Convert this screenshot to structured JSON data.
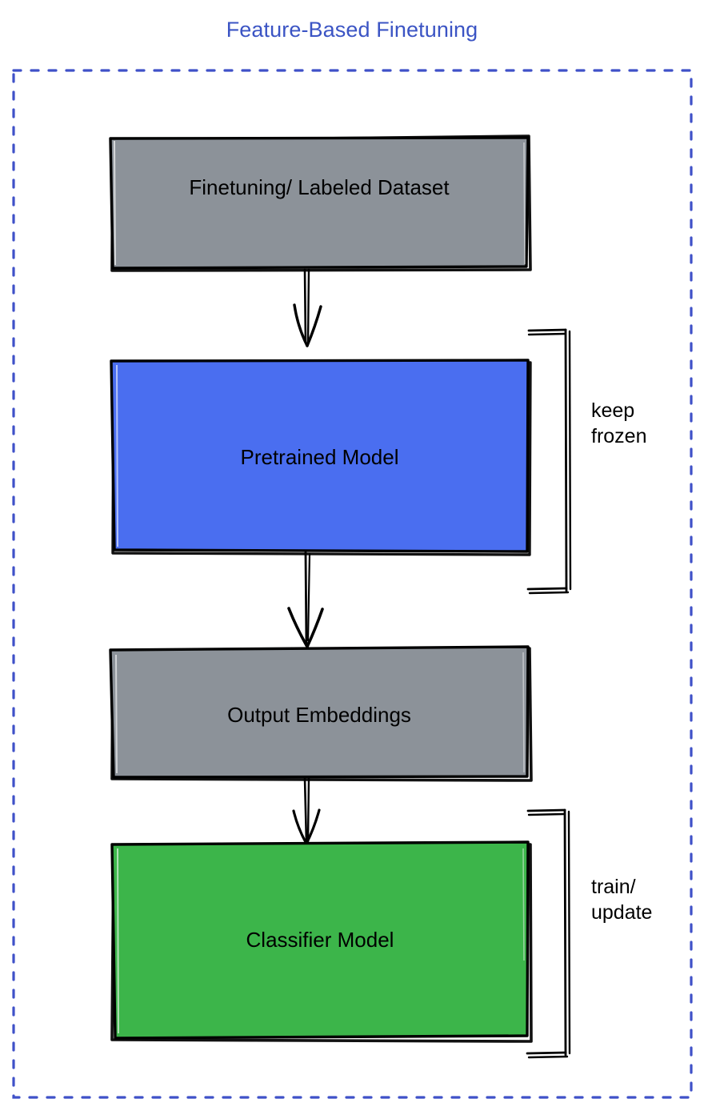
{
  "diagram": {
    "title": "Feature-Based Finetuning",
    "title_color": "#3b54c4",
    "border_color": "#3f51c8",
    "background_color": "#ffffff",
    "style": "hand-drawn sketch flowchart",
    "flow_direction": "top-to-bottom"
  },
  "nodes": [
    {
      "id": "dataset",
      "label": "Finetuning/ Labeled Dataset",
      "fill": "#8c9299",
      "stroke": "#000000",
      "shape": "rectangle"
    },
    {
      "id": "pretrained",
      "label": "Pretrained Model",
      "fill": "#4a6ef0",
      "stroke": "#000000",
      "shape": "rectangle"
    },
    {
      "id": "embeddings",
      "label": "Output Embeddings",
      "fill": "#8c9299",
      "stroke": "#000000",
      "shape": "rectangle"
    },
    {
      "id": "classifier",
      "label": "Classifier Model",
      "fill": "#3cb54a",
      "stroke": "#000000",
      "shape": "rectangle"
    }
  ],
  "annotations": [
    {
      "id": "keep-frozen",
      "text": "keep\nfrozen",
      "target": "pretrained",
      "bracket": "right"
    },
    {
      "id": "train-update",
      "text": "train/\nupdate",
      "target": "classifier",
      "bracket": "right"
    }
  ],
  "edges": [
    {
      "from": "dataset",
      "to": "pretrained",
      "type": "arrow"
    },
    {
      "from": "pretrained",
      "to": "embeddings",
      "type": "arrow"
    },
    {
      "from": "embeddings",
      "to": "classifier",
      "type": "arrow"
    }
  ]
}
